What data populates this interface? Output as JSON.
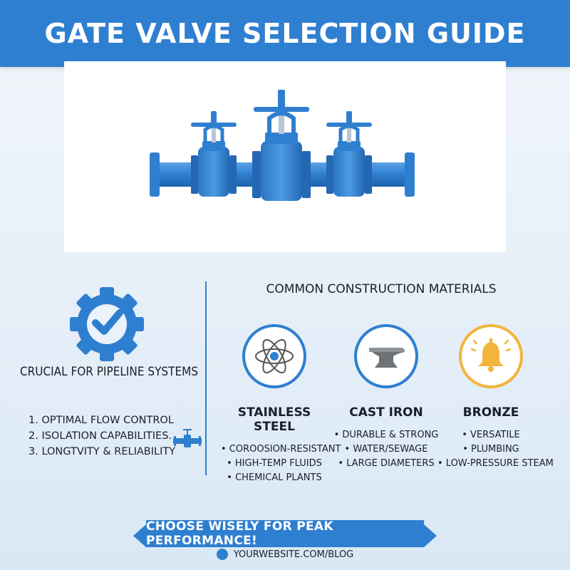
{
  "header": {
    "title": "GATE VALVE SELECTION GUIDE"
  },
  "left": {
    "title": "CRUCIAL FOR PIPELINE SYSTEMS",
    "benefits": [
      "1. OPTIMAL FLOW CONTROL",
      "2. ISOLATION CAPABILITIES.",
      "3. LONGTVITY & RELIABILITY"
    ]
  },
  "materials": {
    "title": "COMMON CONSTRUCTION MATERIALS",
    "items": [
      {
        "name": "STAINLESS STEEL",
        "icon": "atom-icon",
        "color": "#2f7fd0",
        "features": [
          "• COROOSION-RESISTANT",
          "• HIGH-TEMP FLUIDS",
          "• CHEMICAL PLANTS"
        ]
      },
      {
        "name": "CAST IRON",
        "icon": "anvil-icon",
        "color": "#2f7fd0",
        "features": [
          "• DURABLE & STRONG",
          "• WATER/SEWAGE",
          "• LARGE DIAMETERS"
        ]
      },
      {
        "name": "BRONZE",
        "icon": "bell-icon",
        "color": "#f2b43a",
        "features": [
          "• VERSATILE",
          "• PLUMBING",
          "• LOW-PRESSURE STEAM"
        ]
      }
    ]
  },
  "footer": {
    "banner": "CHOOSE WISELY FOR PEAK PERFORMANCE!",
    "website": "YOURWEBSITE.COM/BLOG"
  },
  "colors": {
    "primary": "#2f7fd0",
    "accent": "#f2b43a"
  }
}
